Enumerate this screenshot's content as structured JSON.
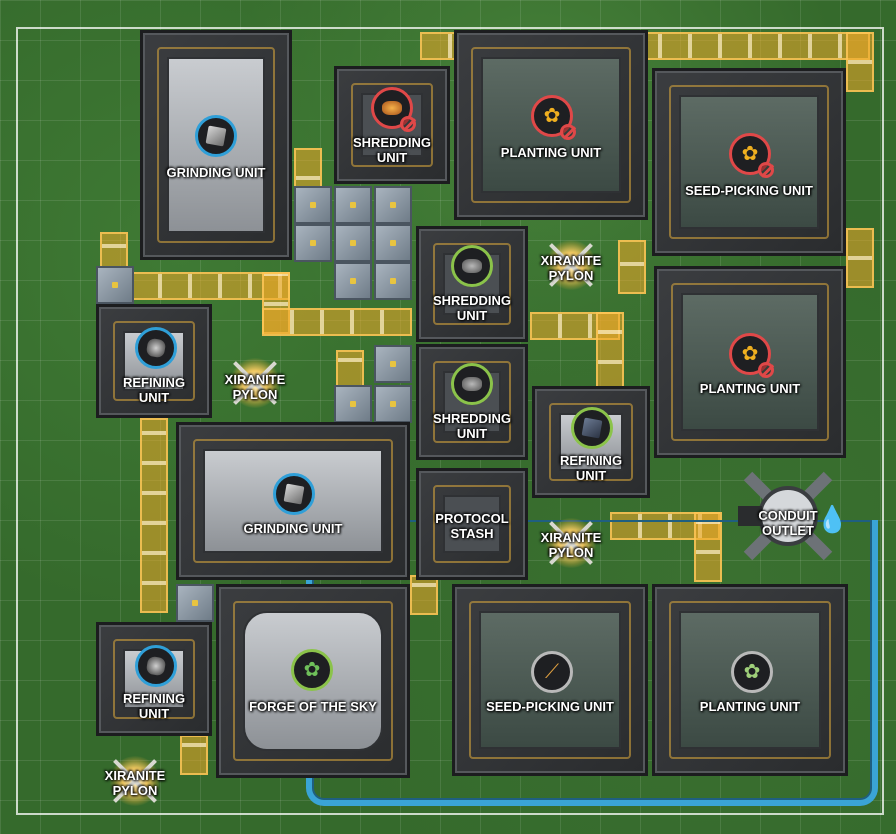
{
  "machines": {
    "grinding_1": {
      "label": "GRINDING UNIT"
    },
    "shredding_1": {
      "label_line1": "SHREDDING",
      "label_line2": "UNIT"
    },
    "planting_1": {
      "label": "PLANTING UNIT"
    },
    "seed_picking_1": {
      "label": "SEED-PICKING UNIT"
    },
    "shredding_2": {
      "label_line1": "SHREDDING",
      "label_line2": "UNIT"
    },
    "xiranite_pylon_1": {
      "label_line1": "XIRANITE",
      "label_line2": "PYLON"
    },
    "refining_1": {
      "label_line1": "REFINING",
      "label_line2": "UNIT"
    },
    "xiranite_pylon_2": {
      "label_line1": "XIRANITE",
      "label_line2": "PYLON"
    },
    "planting_2": {
      "label": "PLANTING UNIT"
    },
    "shredding_3": {
      "label_line1": "SHREDDING",
      "label_line2": "UNIT"
    },
    "refining_2": {
      "label_line1": "REFINING",
      "label_line2": "UNIT"
    },
    "grinding_2": {
      "label": "GRINDING UNIT"
    },
    "protocol_stash": {
      "label_line1": "PROTOCOL",
      "label_line2": "STASH"
    },
    "xiranite_pylon_3": {
      "label_line1": "XIRANITE",
      "label_line2": "PYLON"
    },
    "conduit_outlet": {
      "label_line1": "CONDUIT",
      "label_line2": "OUTLET"
    },
    "refining_3": {
      "label_line1": "REFINING",
      "label_line2": "UNIT"
    },
    "forge": {
      "label": "FORGE OF THE SKY"
    },
    "seed_picking_2": {
      "label": "SEED-PICKING UNIT"
    },
    "planting_3": {
      "label": "PLANTING UNIT"
    },
    "xiranite_pylon_4": {
      "label_line1": "XIRANITE",
      "label_line2": "PYLON"
    }
  },
  "icons": {
    "grinding": "cube-icon",
    "refining": "ore-icon",
    "planting": "plant-icon",
    "blocked": "no-entry-icon",
    "water": "water-drop-icon"
  },
  "colors": {
    "belt": "#f0aa28",
    "pipe": "#3aa4d6",
    "ring_blue": "#2f9fd8",
    "ring_red": "#e04848",
    "ring_green": "#8bc34a"
  }
}
